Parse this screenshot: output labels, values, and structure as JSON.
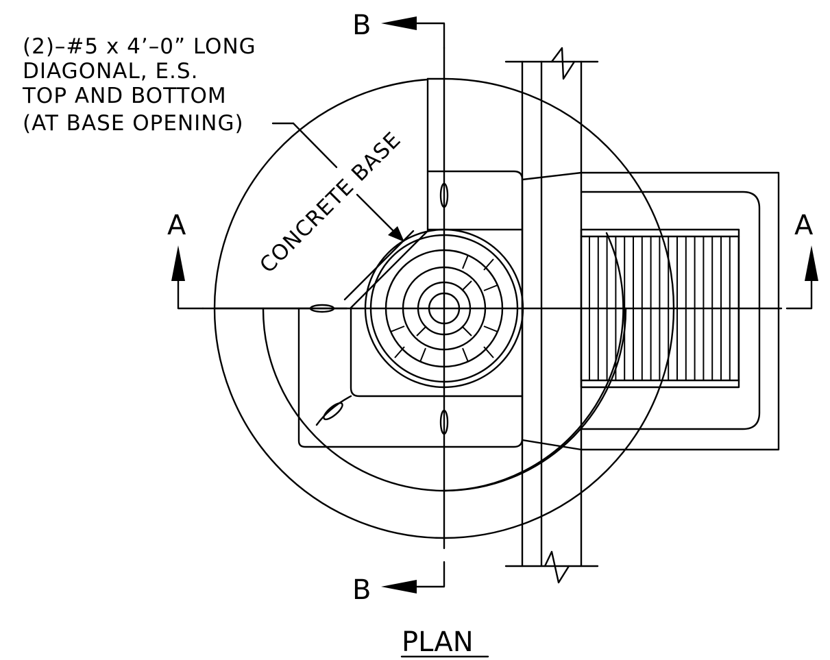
{
  "note_lines": [
    "(2)–#5 x 4’–0” LONG",
    "DIAGONAL, E.S.",
    "TOP AND BOTTOM",
    "(AT BASE OPENING)"
  ],
  "concrete_label": "CONCRETE BASE",
  "section_a_left": "A",
  "section_a_right": "A",
  "section_b_top": "B",
  "section_b_bottom": "B",
  "view_title": "PLAN"
}
